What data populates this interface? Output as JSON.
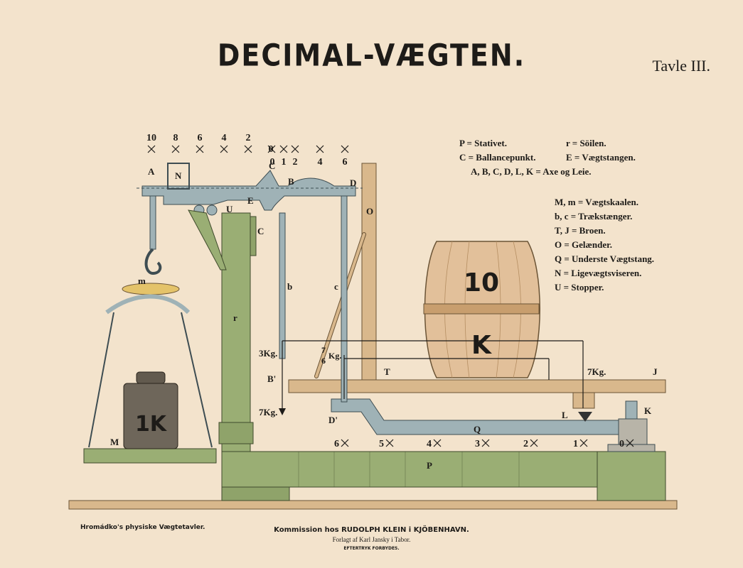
{
  "title": "DECIMAL-VÆGTEN.",
  "plate": "Tavle III.",
  "legend_right_top": [
    {
      "left": "P = Stativet.",
      "right": "r = Söilen."
    },
    {
      "left": "C = Ballancepunkt.",
      "right": "E = Vægtstangen."
    }
  ],
  "legend_axes": "A, B, C, D, L, K = Axe og Leie.",
  "legend_list": [
    "M, m = Vægtskaalen.",
    "b, c = Trækstænger.",
    "T, J = Broen.",
    "O = Gelænder.",
    "Q = Underste Vægtstang.",
    "N = Ligevægtsviseren.",
    "U = Stopper."
  ],
  "top_scale_left": [
    "10",
    "8",
    "6",
    "4",
    "2",
    "0"
  ],
  "top_scale_right": [
    "0",
    "1",
    "2",
    "4",
    "6"
  ],
  "bottom_scale": [
    "6",
    "5",
    "4",
    "3",
    "2",
    "1",
    "0"
  ],
  "parts": {
    "A": "A",
    "B": "B",
    "C": "C",
    "C2": "C",
    "D": "D",
    "E": "E",
    "N": "N",
    "U": "U",
    "O": "O",
    "r": "r",
    "b": "b",
    "c": "c",
    "m": "m",
    "M": "M",
    "B2": "B'",
    "D2": "D'",
    "T": "T",
    "J": "J",
    "L": "L",
    "K": "K",
    "Q": "Q",
    "P": "P"
  },
  "weights": {
    "w3": "3Kg.",
    "w7a": "7",
    "w7b": "6",
    "w7c": "Kg.",
    "w7d": "7Kg.",
    "w7e": "7Kg."
  },
  "weight_block": "1K",
  "barrel_top": "10",
  "barrel_bottom": "K",
  "footer_left": "Hromádko's physiske Vægtetavler.",
  "footer_center_1": "Kommission hos RUDOLPH KLEIN i KJÖBENHAVN.",
  "footer_center_2": "Forlagt af Karl Jansky i Tabor.",
  "footer_center_3": "EFTERTRYK FORBYDES.",
  "colors": {
    "green": "#9aae74",
    "blue": "#9fb2b6",
    "wood": "#d9b88c",
    "barrel": "#e2c09a",
    "ink": "#1d1b18"
  }
}
